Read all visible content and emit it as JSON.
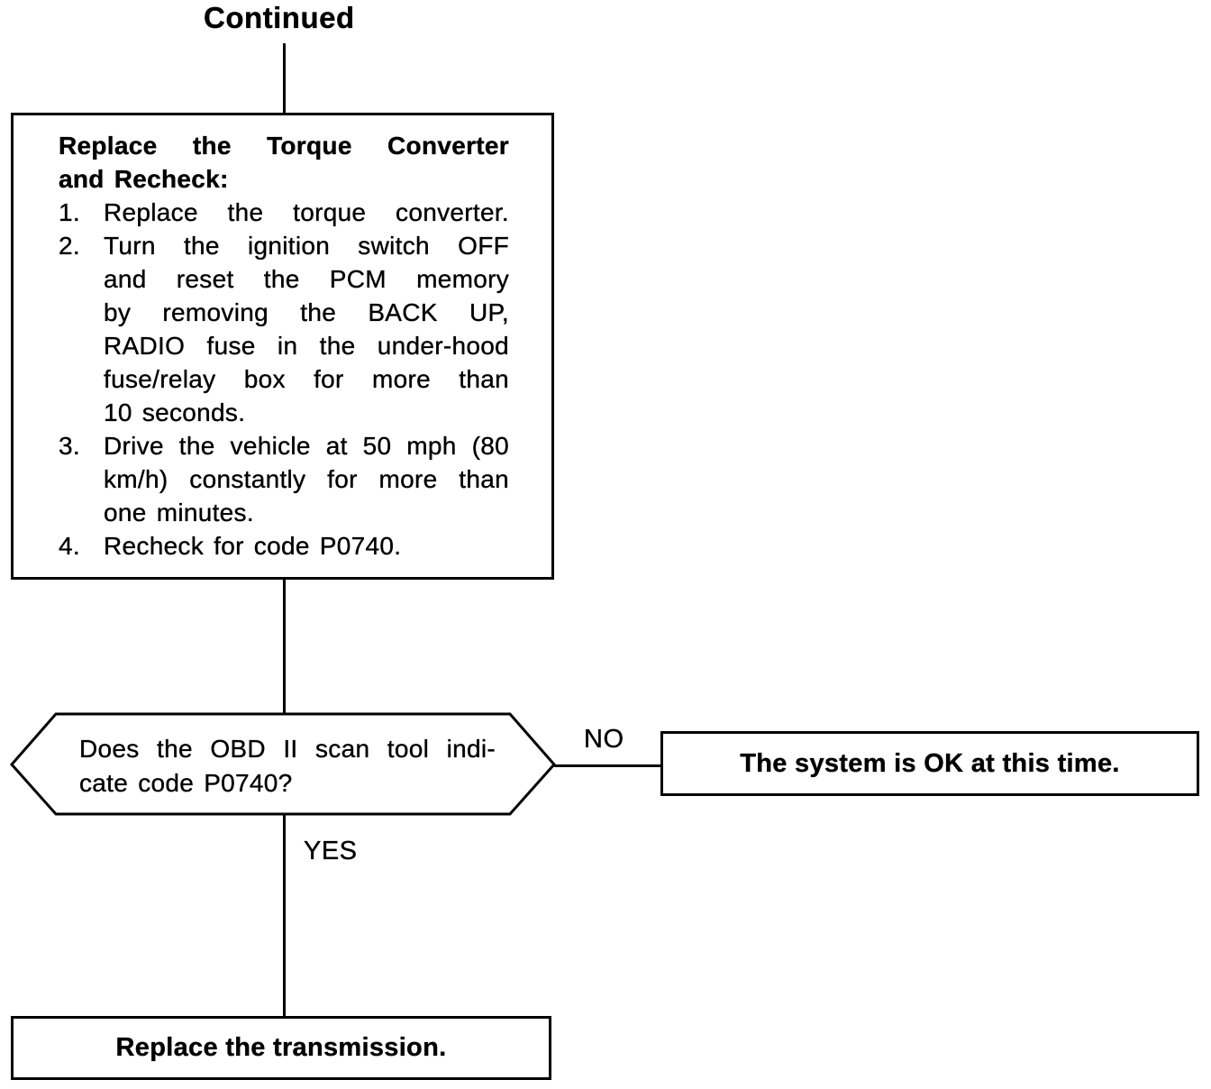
{
  "colors": {
    "ink": "#000000",
    "paper": "#ffffff"
  },
  "continued_label": "Continued",
  "process_box": {
    "heading_lines": [
      "Replace the Torque Converter",
      "and Recheck:"
    ],
    "steps": [
      {
        "num": "1.",
        "lines": [
          "Replace the torque converter."
        ]
      },
      {
        "num": "2.",
        "lines": [
          "Turn the ignition switch OFF",
          "and reset the PCM memory",
          "by removing the BACK UP,",
          "RADIO fuse in the under-hood",
          "fuse/relay box for more than",
          "10 seconds."
        ]
      },
      {
        "num": "3.",
        "lines": [
          "Drive the vehicle at 50 mph (80",
          "km/h) constantly for more than",
          "one minutes."
        ]
      },
      {
        "num": "4.",
        "lines": [
          "Recheck for code P0740."
        ]
      }
    ]
  },
  "decision": {
    "question_lines": [
      "Does the OBD II scan tool indi-",
      "cate code P0740?"
    ],
    "no_label": "NO",
    "yes_label": "YES"
  },
  "no_result_box": {
    "text": "The system is OK at this time."
  },
  "yes_result_box": {
    "text": "Replace the transmission."
  }
}
